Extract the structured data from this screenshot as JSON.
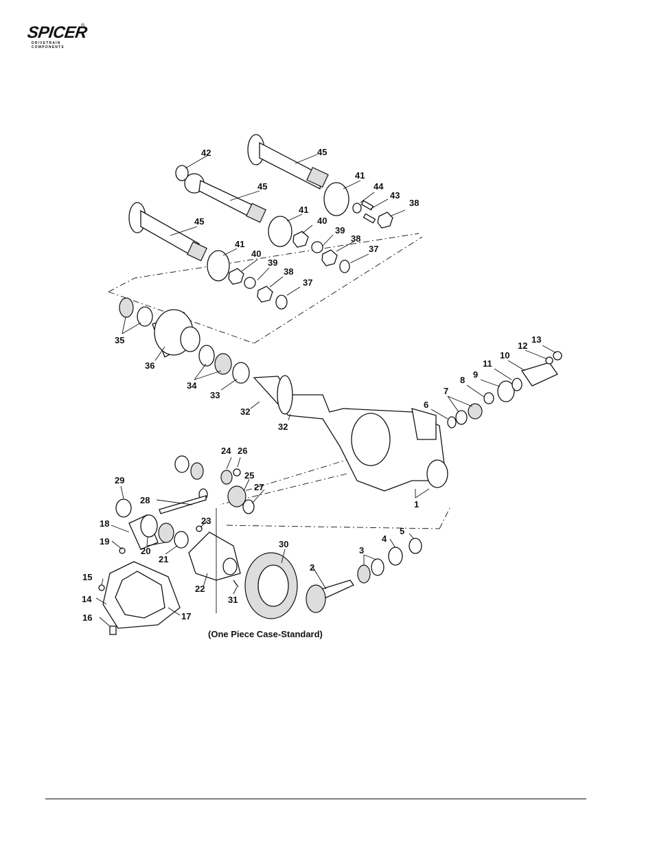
{
  "brand": {
    "name": "SPICER",
    "tagline": "DRIVETRAIN COMPONENTS",
    "reg": "®"
  },
  "diagram": {
    "caption": "(One Piece Case-Standard)",
    "callouts": [
      "1",
      "2",
      "3",
      "4",
      "5",
      "6",
      "7",
      "8",
      "9",
      "10",
      "11",
      "12",
      "13",
      "14",
      "15",
      "16",
      "17",
      "18",
      "19",
      "20",
      "21",
      "22",
      "23",
      "24",
      "25",
      "26",
      "27",
      "28",
      "29",
      "30",
      "31",
      "32",
      "32",
      "33",
      "34",
      "35",
      "36",
      "37",
      "37",
      "38",
      "38",
      "38",
      "39",
      "39",
      "40",
      "40",
      "41",
      "41",
      "41",
      "42",
      "43",
      "44",
      "45",
      "45",
      "45"
    ]
  }
}
